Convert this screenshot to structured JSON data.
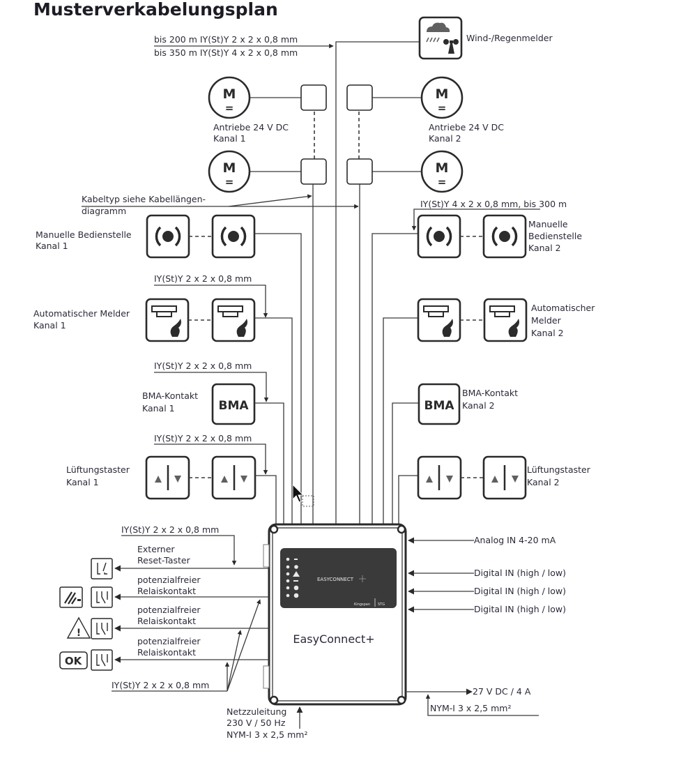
{
  "title": "Musterverkabelungsplan",
  "top_cable": {
    "line1": "bis 200 m IY(St)Y 2 x 2 x 0,8 mm",
    "line2": "bis 350 m IY(St)Y 4 x 2 x 0,8 mm"
  },
  "wind_sensor": {
    "label": "Wind-/Regenmelder",
    "icon": "rain-wind-sensor-icon"
  },
  "motors": {
    "symbol": "M",
    "symbol_sub": "=",
    "channel1": {
      "line1": "Antriebe 24 V DC",
      "line2": "Kanal 1"
    },
    "channel2": {
      "line1": "Antriebe 24 V DC",
      "line2": "Kanal 2"
    }
  },
  "cable_type_note": {
    "line1": "Kabeltyp siehe Kabellängen-",
    "line2": "diagramm"
  },
  "manual_station": {
    "channel1": {
      "line1": "Manuelle Bedienstelle",
      "line2": "Kanal 1"
    },
    "channel2": {
      "line1": "Manuelle",
      "line2": "Bedienstelle",
      "line3": "Kanal 2"
    },
    "cable_ch2": "IY(St)Y 4 x 2 x 0,8 mm, bis 300 m"
  },
  "auto_detector": {
    "cable_ch1": "IY(St)Y 2 x 2 x 0,8 mm",
    "channel1": {
      "line1": "Automatischer Melder",
      "line2": "Kanal 1"
    },
    "channel2": {
      "line1": "Automatischer",
      "line2": "Melder",
      "line3": "Kanal 2"
    }
  },
  "bma": {
    "cable_ch1": "IY(St)Y 2 x 2 x 0,8 mm",
    "symbol": "BMA",
    "channel1": {
      "line1": "BMA-Kontakt",
      "line2": "Kanal 1"
    },
    "channel2": {
      "line1": "BMA-Kontakt",
      "line2": "Kanal 2"
    }
  },
  "vent_button": {
    "cable_ch1": "IY(St)Y 2 x 2 x 0,8 mm",
    "channel1": {
      "line1": "Lüftungstaster",
      "line2": "Kanal 1"
    },
    "channel2": {
      "line1": "Lüftungstaster",
      "line2": "Kanal 2"
    }
  },
  "outputs_left": {
    "cable_top": "IY(St)Y 2 x 2 x 0,8 mm",
    "reset": {
      "line1": "Externer",
      "line2": "Reset-Taster"
    },
    "relay1": {
      "line1": "potenzialfreier",
      "line2": "Relaiskontakt"
    },
    "relay2": {
      "line1": "potenzialfreier",
      "line2": "Relaiskontakt"
    },
    "relay3": {
      "line1": "potenzialfreier",
      "line2": "Relaiskontakt"
    },
    "ok_label": "OK",
    "cable_bottom": "IY(St)Y 2 x 2 x 0,8 mm"
  },
  "inputs_right": {
    "analog": "Analog IN 4-20 mA",
    "digital": [
      "Digital IN (high / low)",
      "Digital IN (high / low)",
      "Digital IN (high / low)"
    ]
  },
  "controller": {
    "name": "EasyConnect+",
    "panel_brand": "EASYCONNECT",
    "panel_logo_left": "Kingspan",
    "panel_logo_right": "STG"
  },
  "power_out": {
    "label": "27 V DC / 4 A",
    "cable": "NYM-I 3 x 2,5 mm²"
  },
  "mains": {
    "line1": "Netzzuleitung",
    "line2": "230 V / 50 Hz",
    "line3": "NYM-I 3 x 2,5 mm²"
  }
}
